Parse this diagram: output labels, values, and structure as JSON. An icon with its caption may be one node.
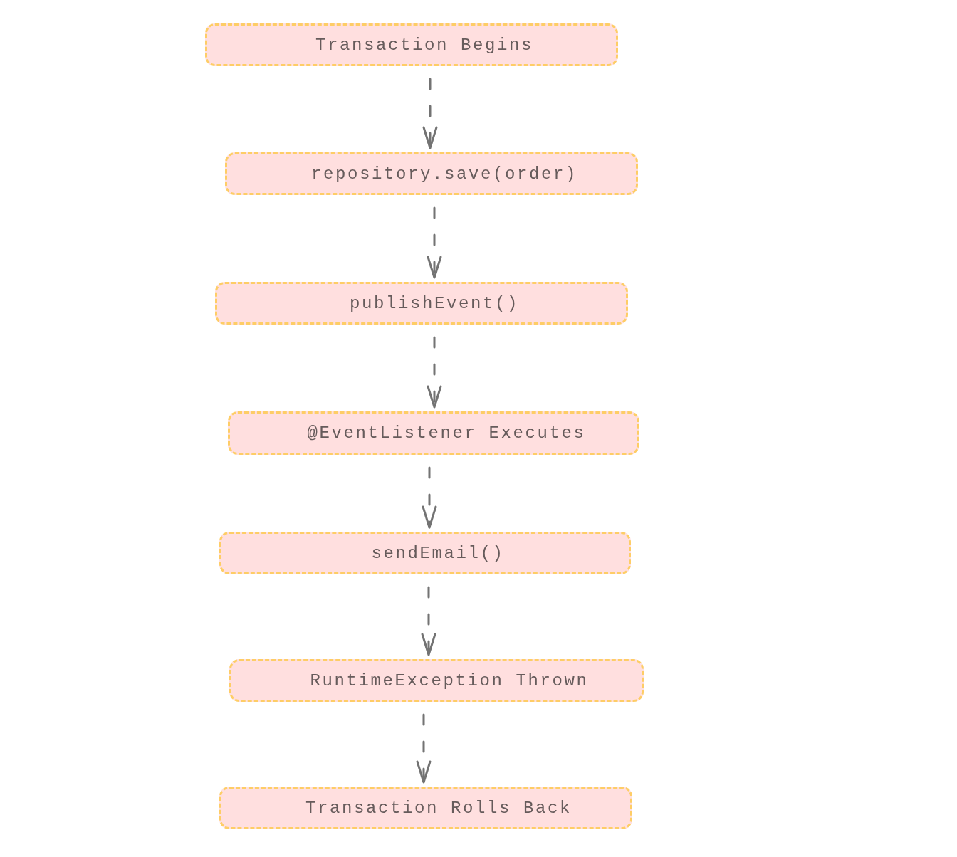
{
  "diagram": {
    "nodes": [
      {
        "text": [
          "Transaction Begins"
        ]
      },
      {
        "text": [
          "repository.save(order)"
        ]
      },
      {
        "text": [
          "publishEvent()"
        ]
      },
      {
        "text": [
          "@EventListener Executes"
        ]
      },
      {
        "text": [
          "sendEmail()"
        ]
      },
      {
        "text": [
          "RuntimeException Thrown"
        ]
      },
      {
        "text": [
          "Transaction Rolls Back"
        ]
      }
    ],
    "edges": [
      {
        "from": 0,
        "to": 1,
        "arrow": "to",
        "style": "dashed"
      },
      {
        "from": 1,
        "to": 2,
        "arrow": "to",
        "style": "dashed"
      },
      {
        "from": 2,
        "to": 3,
        "arrow": "to",
        "style": "dashed"
      },
      {
        "from": 3,
        "to": 4,
        "arrow": "to",
        "style": "dashed"
      },
      {
        "from": 4,
        "to": 5,
        "arrow": "to",
        "style": "dashed"
      },
      {
        "from": 5,
        "to": 6,
        "arrow": "to",
        "style": "dashed"
      }
    ]
  }
}
